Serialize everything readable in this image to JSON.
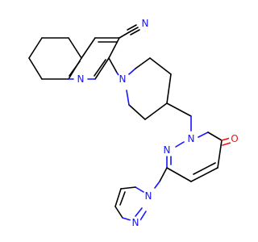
{
  "molecule": {
    "atom_labels": [
      {
        "id": "N_nitrile",
        "text": "N",
        "color": "#1414ff"
      },
      {
        "id": "N_quinoline",
        "text": "N",
        "color": "#1414ff"
      },
      {
        "id": "N_piperidine",
        "text": "N",
        "color": "#1414ff"
      },
      {
        "id": "N_pyridazinone_1",
        "text": "N",
        "color": "#1414ff"
      },
      {
        "id": "N_pyridazinone_2",
        "text": "N",
        "color": "#1414ff"
      },
      {
        "id": "O_carbonyl",
        "text": "O",
        "color": "#ff0d0d"
      },
      {
        "id": "N_pyrazole_1",
        "text": "N",
        "color": "#1414ff"
      },
      {
        "id": "N_pyrazole_2",
        "text": "N",
        "color": "#1414ff"
      }
    ]
  }
}
